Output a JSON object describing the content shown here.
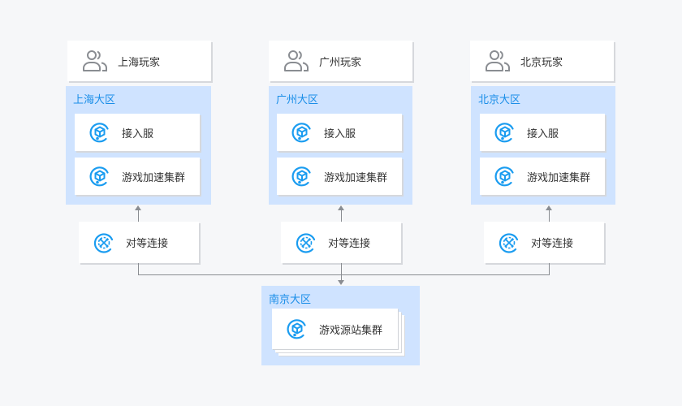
{
  "colors": {
    "background": "#f6f7f9",
    "region_fill": "#cfe3ff",
    "region_title": "#1a8ee8",
    "icon_accent": "#1a9cf0",
    "connector": "#8a8d92",
    "text": "#333333"
  },
  "columns": [
    {
      "player": {
        "label": "上海玩家",
        "icon": "users-icon"
      },
      "region": {
        "title": "上海大区",
        "services": [
          {
            "label": "接入服",
            "icon": "cube-icon"
          },
          {
            "label": "游戏加速集群",
            "icon": "cube-icon"
          }
        ]
      },
      "p2p": {
        "label": "对等连接",
        "icon": "peering-icon"
      }
    },
    {
      "player": {
        "label": "广州玩家",
        "icon": "users-icon"
      },
      "region": {
        "title": "广州大区",
        "services": [
          {
            "label": "接入服",
            "icon": "cube-icon"
          },
          {
            "label": "游戏加速集群",
            "icon": "cube-icon"
          }
        ]
      },
      "p2p": {
        "label": "对等连接",
        "icon": "peering-icon"
      }
    },
    {
      "player": {
        "label": "北京玩家",
        "icon": "users-icon"
      },
      "region": {
        "title": "北京大区",
        "services": [
          {
            "label": "接入服",
            "icon": "cube-icon"
          },
          {
            "label": "游戏加速集群",
            "icon": "cube-icon"
          }
        ]
      },
      "p2p": {
        "label": "对等连接",
        "icon": "peering-icon"
      }
    }
  ],
  "origin": {
    "region_title": "南京大区",
    "cluster": {
      "label": "游戏源站集群",
      "icon": "cube-icon"
    }
  }
}
